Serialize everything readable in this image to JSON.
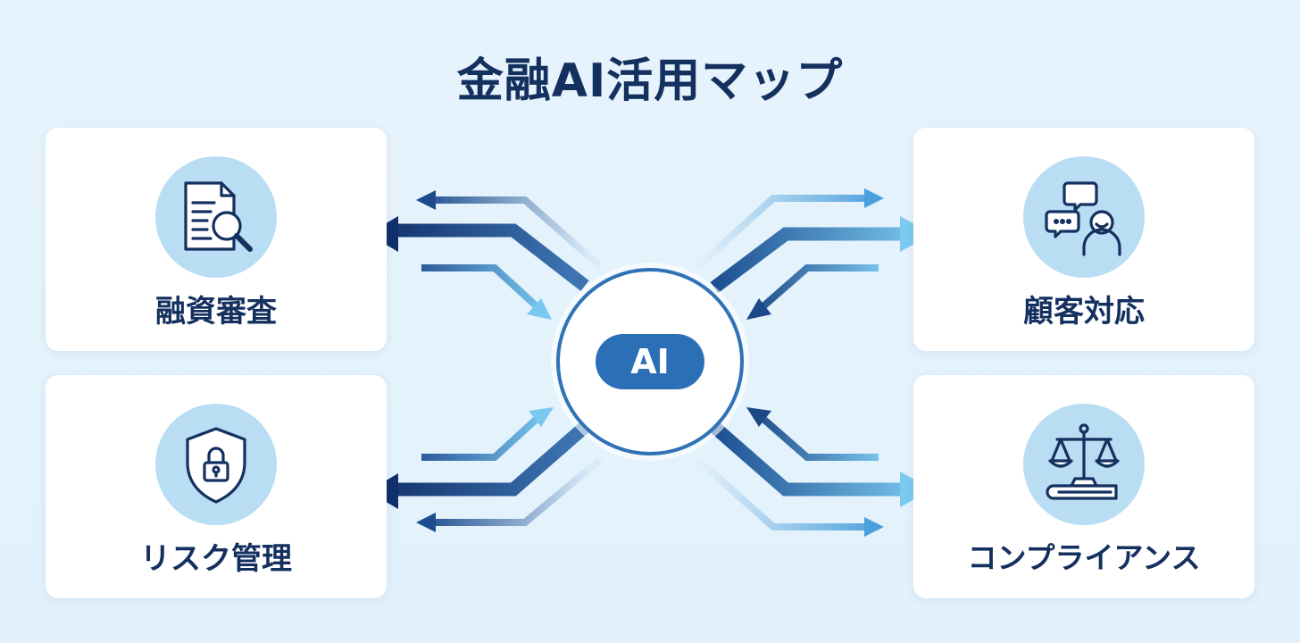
{
  "title": "金融AI活用マップ",
  "hub": {
    "label": "AI",
    "color": "#2b6fb6"
  },
  "cards": {
    "top_left": {
      "label": "融資審査",
      "icon": "document-search-icon"
    },
    "bottom_left": {
      "label": "リスク管理",
      "icon": "shield-lock-icon"
    },
    "top_right": {
      "label": "顧客対応",
      "icon": "chat-person-icon"
    },
    "bottom_right": {
      "label": "コンプライアンス",
      "icon": "scales-book-icon"
    }
  },
  "colors": {
    "navy": "#14305f",
    "icon_bg": "#b9ddf3",
    "light_blue": "#6cc0ea",
    "dark_blue": "#17356b",
    "background": "#e4f2fb"
  }
}
